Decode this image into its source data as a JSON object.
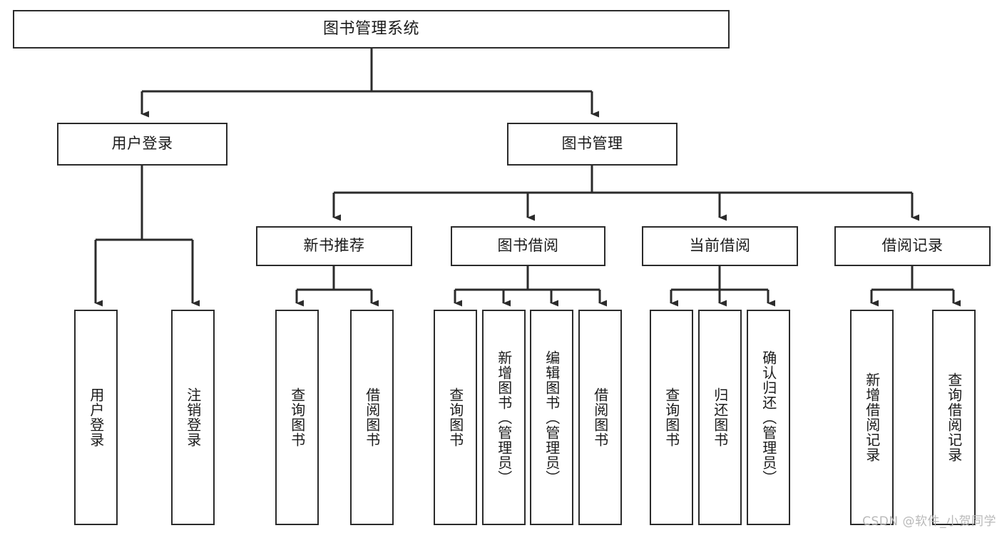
{
  "diagram": {
    "title": "图书管理系统",
    "type": "tree-hierarchy-chart",
    "colors": {
      "background": "#ffffff",
      "box_border": "#2b2b2b",
      "box_fill": "#ffffff",
      "connector": "#2b2b2b",
      "text": "#1a1a1a",
      "watermark": "#b9b9b9"
    }
  },
  "root": {
    "label": "图书管理系统"
  },
  "level1": [
    {
      "label": "用户登录"
    },
    {
      "label": "图书管理"
    }
  ],
  "level2": [
    {
      "label": "新书推荐"
    },
    {
      "label": "图书借阅"
    },
    {
      "label": "当前借阅"
    },
    {
      "label": "借阅记录"
    }
  ],
  "leaves": {
    "user_login": [
      {
        "label": "用户登录"
      },
      {
        "label": "注销登录"
      }
    ],
    "new_book_recommend": [
      {
        "label": "查询图书"
      },
      {
        "label": "借阅图书"
      }
    ],
    "book_borrow": [
      {
        "label": "查询图书"
      },
      {
        "label": "新增图书（管理员）"
      },
      {
        "label": "编辑图书（管理员）"
      },
      {
        "label": "借阅图书"
      }
    ],
    "current_borrow": [
      {
        "label": "查询图书"
      },
      {
        "label": "归还图书"
      },
      {
        "label": "确认归还（管理员）"
      }
    ],
    "borrow_record": [
      {
        "label": "新增借阅记录"
      },
      {
        "label": "查询借阅记录"
      }
    ]
  },
  "watermark": {
    "text": "CSDN @软件_小贺同学"
  }
}
